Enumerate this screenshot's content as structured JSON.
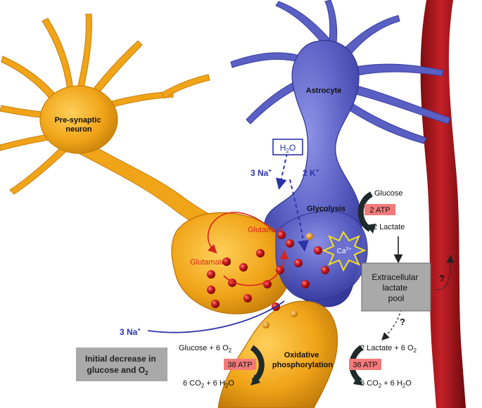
{
  "labels": {
    "presynaptic_line1": "Pre-synaptic",
    "presynaptic_line2": "neuron",
    "astrocyte": "Astrocyte",
    "h2o_main": "H",
    "h2o_sub": "2",
    "h2o_tail": "O",
    "na_astro_main": "3 Na",
    "na_astro_sup": "+",
    "k_astro_main": "2 K",
    "k_astro_sup": "+",
    "glycolysis": "Glycolysis",
    "glucose": "Glucose",
    "atp_glycolysis": "2 ATP",
    "lactate": "2 Lactate",
    "glutamine": "Glutamine",
    "glutamate": "Glutamate",
    "ca_main": "Ca",
    "ca_sup": "2+",
    "pool_line1": "Extracellular",
    "pool_line2": "lactate",
    "pool_line3": "pool",
    "question1": "?",
    "question2": "?",
    "na_neuron_main": "3 Na",
    "na_neuron_sup": "+",
    "decrease_line1": "Initial decrease in",
    "decrease_line2a": "glucose and O",
    "decrease_line2_sub": "2",
    "glucose_o2_a": "Glucose + 6 O",
    "glucose_o2_sub": "2",
    "atp_oxidative_left": "38 ATP",
    "co2_h2o_left_a": "6 CO",
    "co2_h2o_left_sub1": "2",
    "co2_h2o_left_b": " + 6 H",
    "co2_h2o_left_sub2": "2",
    "co2_h2o_left_c": "O",
    "oxidative_line1": "Oxidative",
    "oxidative_line2": "phosphorylation",
    "lactate_o2_a": "2 Lactate + 6 O",
    "lactate_o2_sub": "2",
    "atp_oxidative_right": "36 ATP",
    "co2_h2o_right_a": "6 CO",
    "co2_h2o_right_sub1": "2",
    "co2_h2o_right_b": " + 6 H",
    "co2_h2o_right_sub2": "2",
    "co2_h2o_right_c": "O"
  },
  "colors": {
    "neuron": "#f0a418",
    "neuron_dark": "#c97f0c",
    "astrocyte": "#5a5fc4",
    "astrocyte_dark": "#3b3f9e",
    "vessel": "#a31419",
    "atp_highlight": "#f47a7a",
    "glutamate_red": "#d9241c",
    "vesicle": "#b5141a",
    "box_fill": "#a9a9a9",
    "na_blue": "#2a34a8"
  }
}
